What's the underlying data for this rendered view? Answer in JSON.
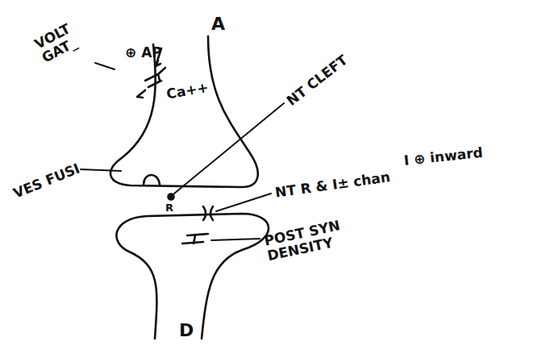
{
  "diagram": {
    "labels": [
      "⊕ AP",
      "A",
      "VOLT GAT_",
      "Ca++",
      "VES FUSI",
      "NT CLEFT",
      "R",
      "NT R & I± chan",
      "I ⊕ inward",
      "POST SYN DENSITY",
      "D"
    ]
  }
}
